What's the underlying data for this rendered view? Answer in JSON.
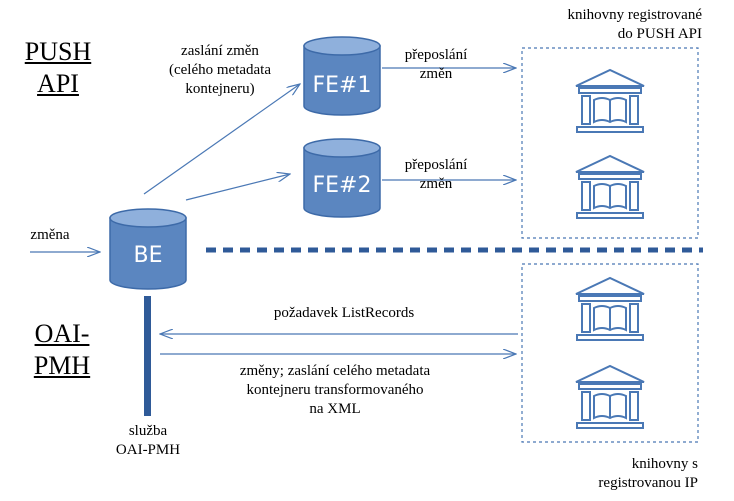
{
  "sections": {
    "push": [
      "PUSH",
      "API"
    ],
    "oai": [
      "OAI-",
      "PMH"
    ]
  },
  "nodes": {
    "be": "BE",
    "fe1": "FE#1",
    "fe2": "FE#2"
  },
  "labels": {
    "zmena": "změna",
    "zaslani": [
      "zaslání změn",
      "(celého metadata",
      "kontejneru)"
    ],
    "preposlani1": [
      "přeposlání",
      "změn"
    ],
    "preposlani2": [
      "přeposlání",
      "změn"
    ],
    "pozadavek": "požadavek ListRecords",
    "zmeny": [
      "změny; zaslání celého metadata",
      "kontejneru transformovaného",
      "na XML"
    ],
    "sluzba": [
      "služba",
      "OAI-PMH"
    ]
  },
  "groups": {
    "push_libraries": [
      "knihovny registrované",
      "do PUSH API"
    ],
    "ip_libraries": [
      "knihovny s",
      "registrovanou IP"
    ]
  },
  "colors": {
    "db_fill": "#5b86c0",
    "db_top": "#8fb0dc",
    "arrow": "#4a78b5",
    "divider": "#2f5a98",
    "library_icon": "#4a78b5"
  },
  "icons": [
    "library-icon",
    "library-icon",
    "library-icon",
    "library-icon"
  ]
}
